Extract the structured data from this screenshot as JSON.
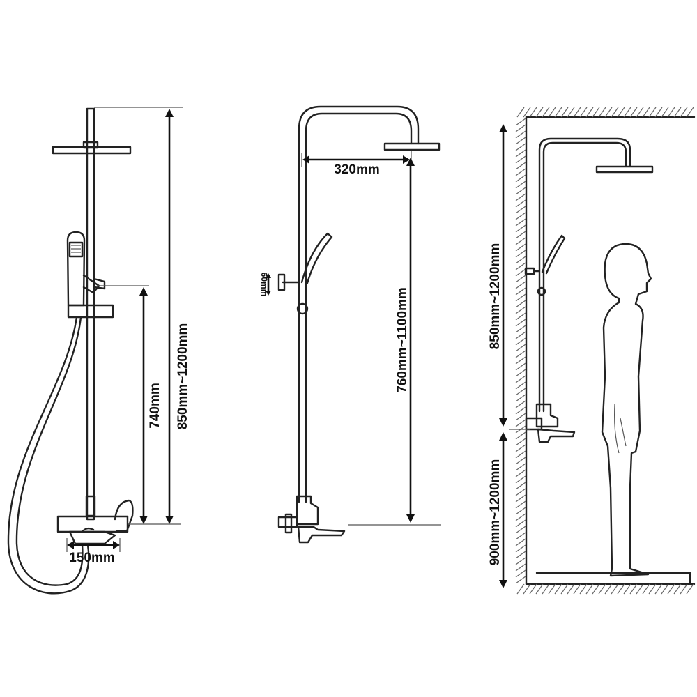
{
  "diagram": {
    "front_view": {
      "total_height_label": "850mm~1200mm",
      "bar_height_label": "740mm",
      "spout_width_label": "150mm"
    },
    "side_view": {
      "arm_reach_label": "320mm",
      "height_label": "760mm~1100mm",
      "outlet_gap_label": "60mm"
    },
    "install_view": {
      "upper_height_label": "850mm~1200mm",
      "mount_height_label": "900mm~1200mm"
    }
  }
}
